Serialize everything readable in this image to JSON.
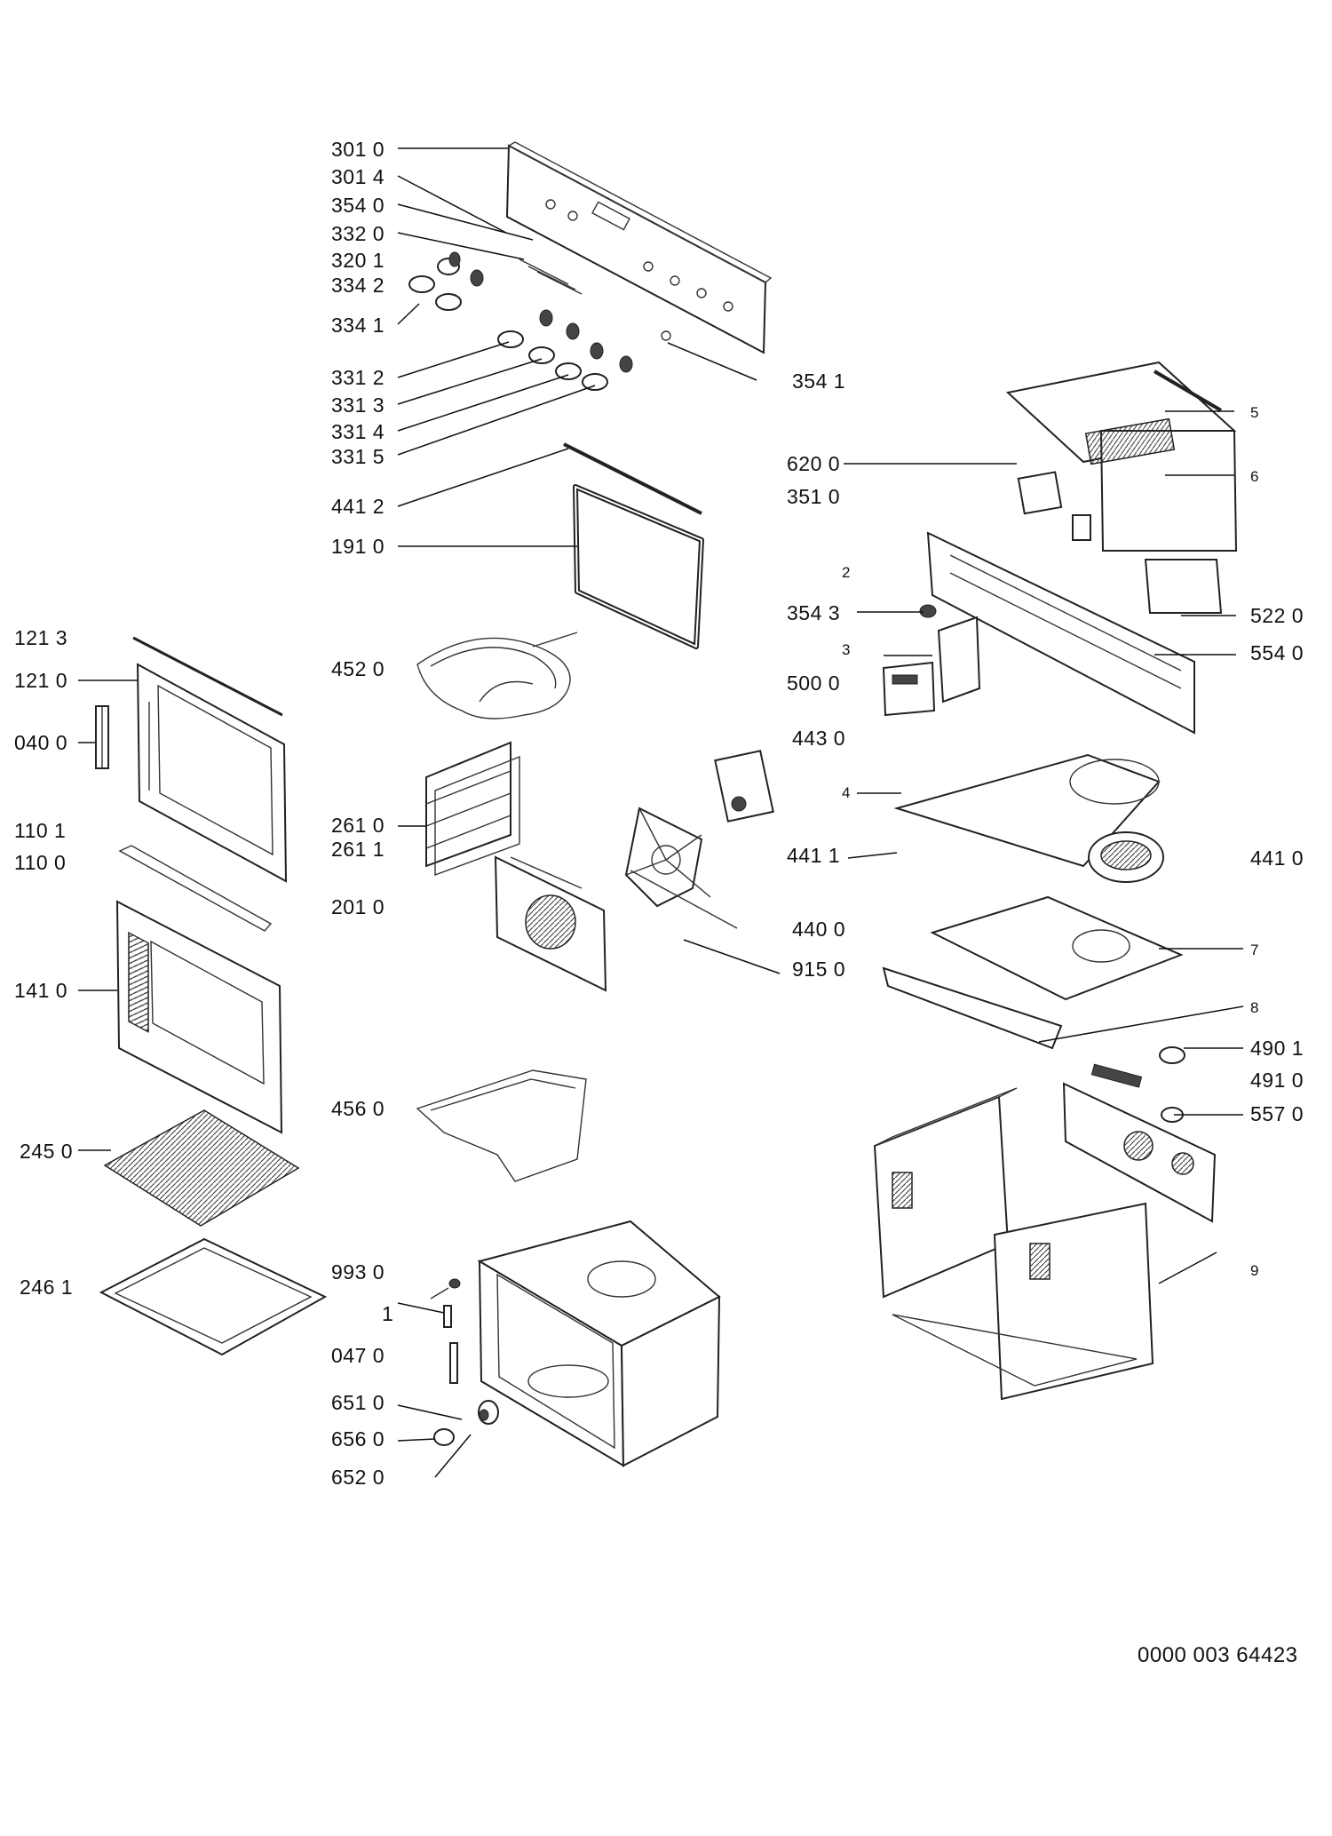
{
  "diagram": {
    "doc_number": "0000 003 64423",
    "labels": {
      "p3010": "301 0",
      "p3014": "301 4",
      "p3540": "354 0",
      "p3320": "332 0",
      "p3201": "320 1",
      "p3342": "334 2",
      "p3341": "334 1",
      "p3312": "331 2",
      "p3313": "331 3",
      "p3314": "331 4",
      "p3315": "331 5",
      "p3541": "354 1",
      "p4412": "441 2",
      "p1910": "191 0",
      "p1213": "121 3",
      "p1210": "121 0",
      "p0400": "040 0",
      "p1101": "110 1",
      "p1100": "110 0",
      "p1410": "141 0",
      "p2450": "245 0",
      "p2461": "246 1",
      "p4520": "452 0",
      "p2610": "261 0",
      "p2611": "261 1",
      "p2010": "201 0",
      "p4560": "456 0",
      "p9930": "993 0",
      "p1": "1",
      "p0470": "047 0",
      "p6510": "651 0",
      "p6560": "656 0",
      "p6520": "652 0",
      "p6200": "620 0",
      "p3510": "351 0",
      "p2": "2",
      "p3543": "354 3",
      "p3": "3",
      "p5000": "500 0",
      "p4430": "443 0",
      "p4": "4",
      "p4411": "441 1",
      "p4400": "440 0",
      "p9150": "915 0",
      "p5": "5",
      "p6": "6",
      "p5220": "522 0",
      "p5540": "554 0",
      "p4410": "441 0",
      "p7": "7",
      "p8": "8",
      "p4901": "490 1",
      "p4910": "491 0",
      "p5570": "557 0",
      "p9": "9"
    }
  }
}
